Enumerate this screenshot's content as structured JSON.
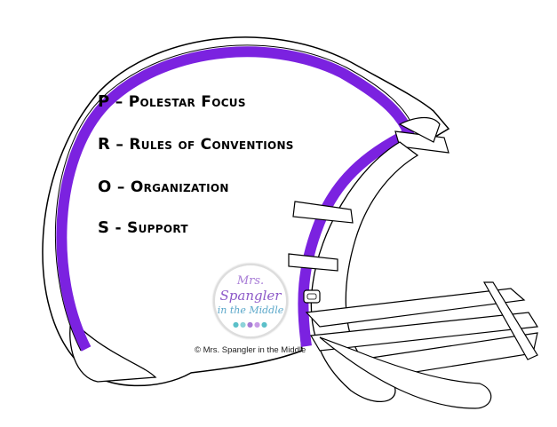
{
  "acronym": {
    "p": {
      "letter": "P",
      "text": " – Polestar Focus"
    },
    "r": {
      "letter": "R",
      "text": " – Rules of Conventions"
    },
    "o": {
      "letter": "O",
      "text": " – Organization"
    },
    "s": {
      "letter": "S",
      "text": " - Support"
    }
  },
  "logo": {
    "line1": "Mrs.",
    "line2": "Spangler",
    "line3": "in the Middle"
  },
  "copyright": "© Mrs. Spangler in the Middle",
  "colors": {
    "stripe": "#7b22e0",
    "outline": "#000000"
  }
}
